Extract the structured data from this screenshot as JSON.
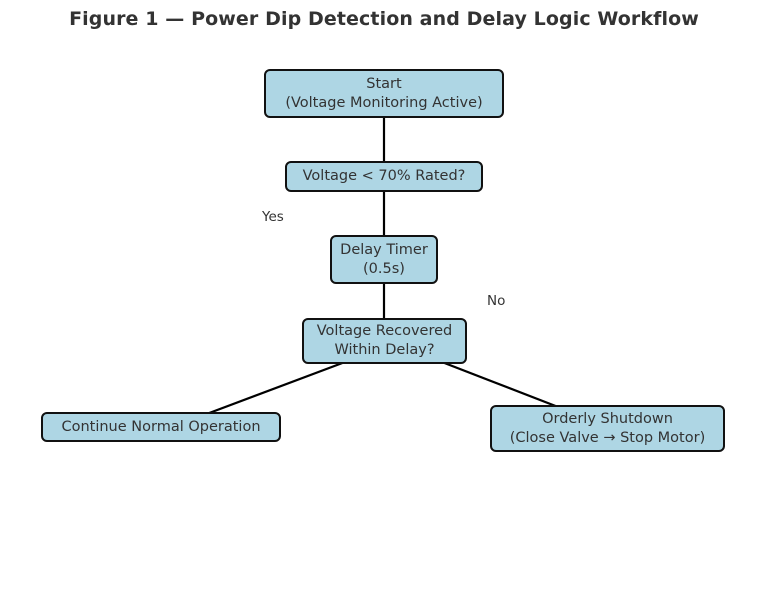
{
  "figure": {
    "title": "Figure 1 — Power Dip Detection and Delay Logic Workflow",
    "accent_fill": "#aed6e4",
    "node_stroke": "#111111",
    "text_color": "#333333",
    "edge_color": "#000000",
    "background": "#ffffff"
  },
  "nodes": [
    {
      "id": "start",
      "label": "Start\n(Voltage Monitoring Active)"
    },
    {
      "id": "threshold",
      "label": "Voltage < 70% Rated?"
    },
    {
      "id": "delay",
      "label": "Delay Timer\n(0.5s)"
    },
    {
      "id": "recovered",
      "label": "Voltage Recovered\nWithin Delay?"
    },
    {
      "id": "continue",
      "label": "Continue Normal Operation"
    },
    {
      "id": "shutdown",
      "label": "Orderly Shutdown\n(Close Valve → Stop Motor)"
    }
  ],
  "edges": [
    {
      "id": "start-to-threshold",
      "from": "start",
      "to": "threshold",
      "label": ""
    },
    {
      "id": "threshold-to-delay",
      "from": "threshold",
      "to": "delay",
      "label": "Yes"
    },
    {
      "id": "delay-to-recovered",
      "from": "delay",
      "to": "recovered",
      "label": ""
    },
    {
      "id": "recovered-to-continue",
      "from": "recovered",
      "to": "continue",
      "label": ""
    },
    {
      "id": "recovered-to-shutdown",
      "from": "recovered",
      "to": "shutdown",
      "label": "No"
    }
  ],
  "edge_labels": {
    "yes": "Yes",
    "no": "No"
  }
}
